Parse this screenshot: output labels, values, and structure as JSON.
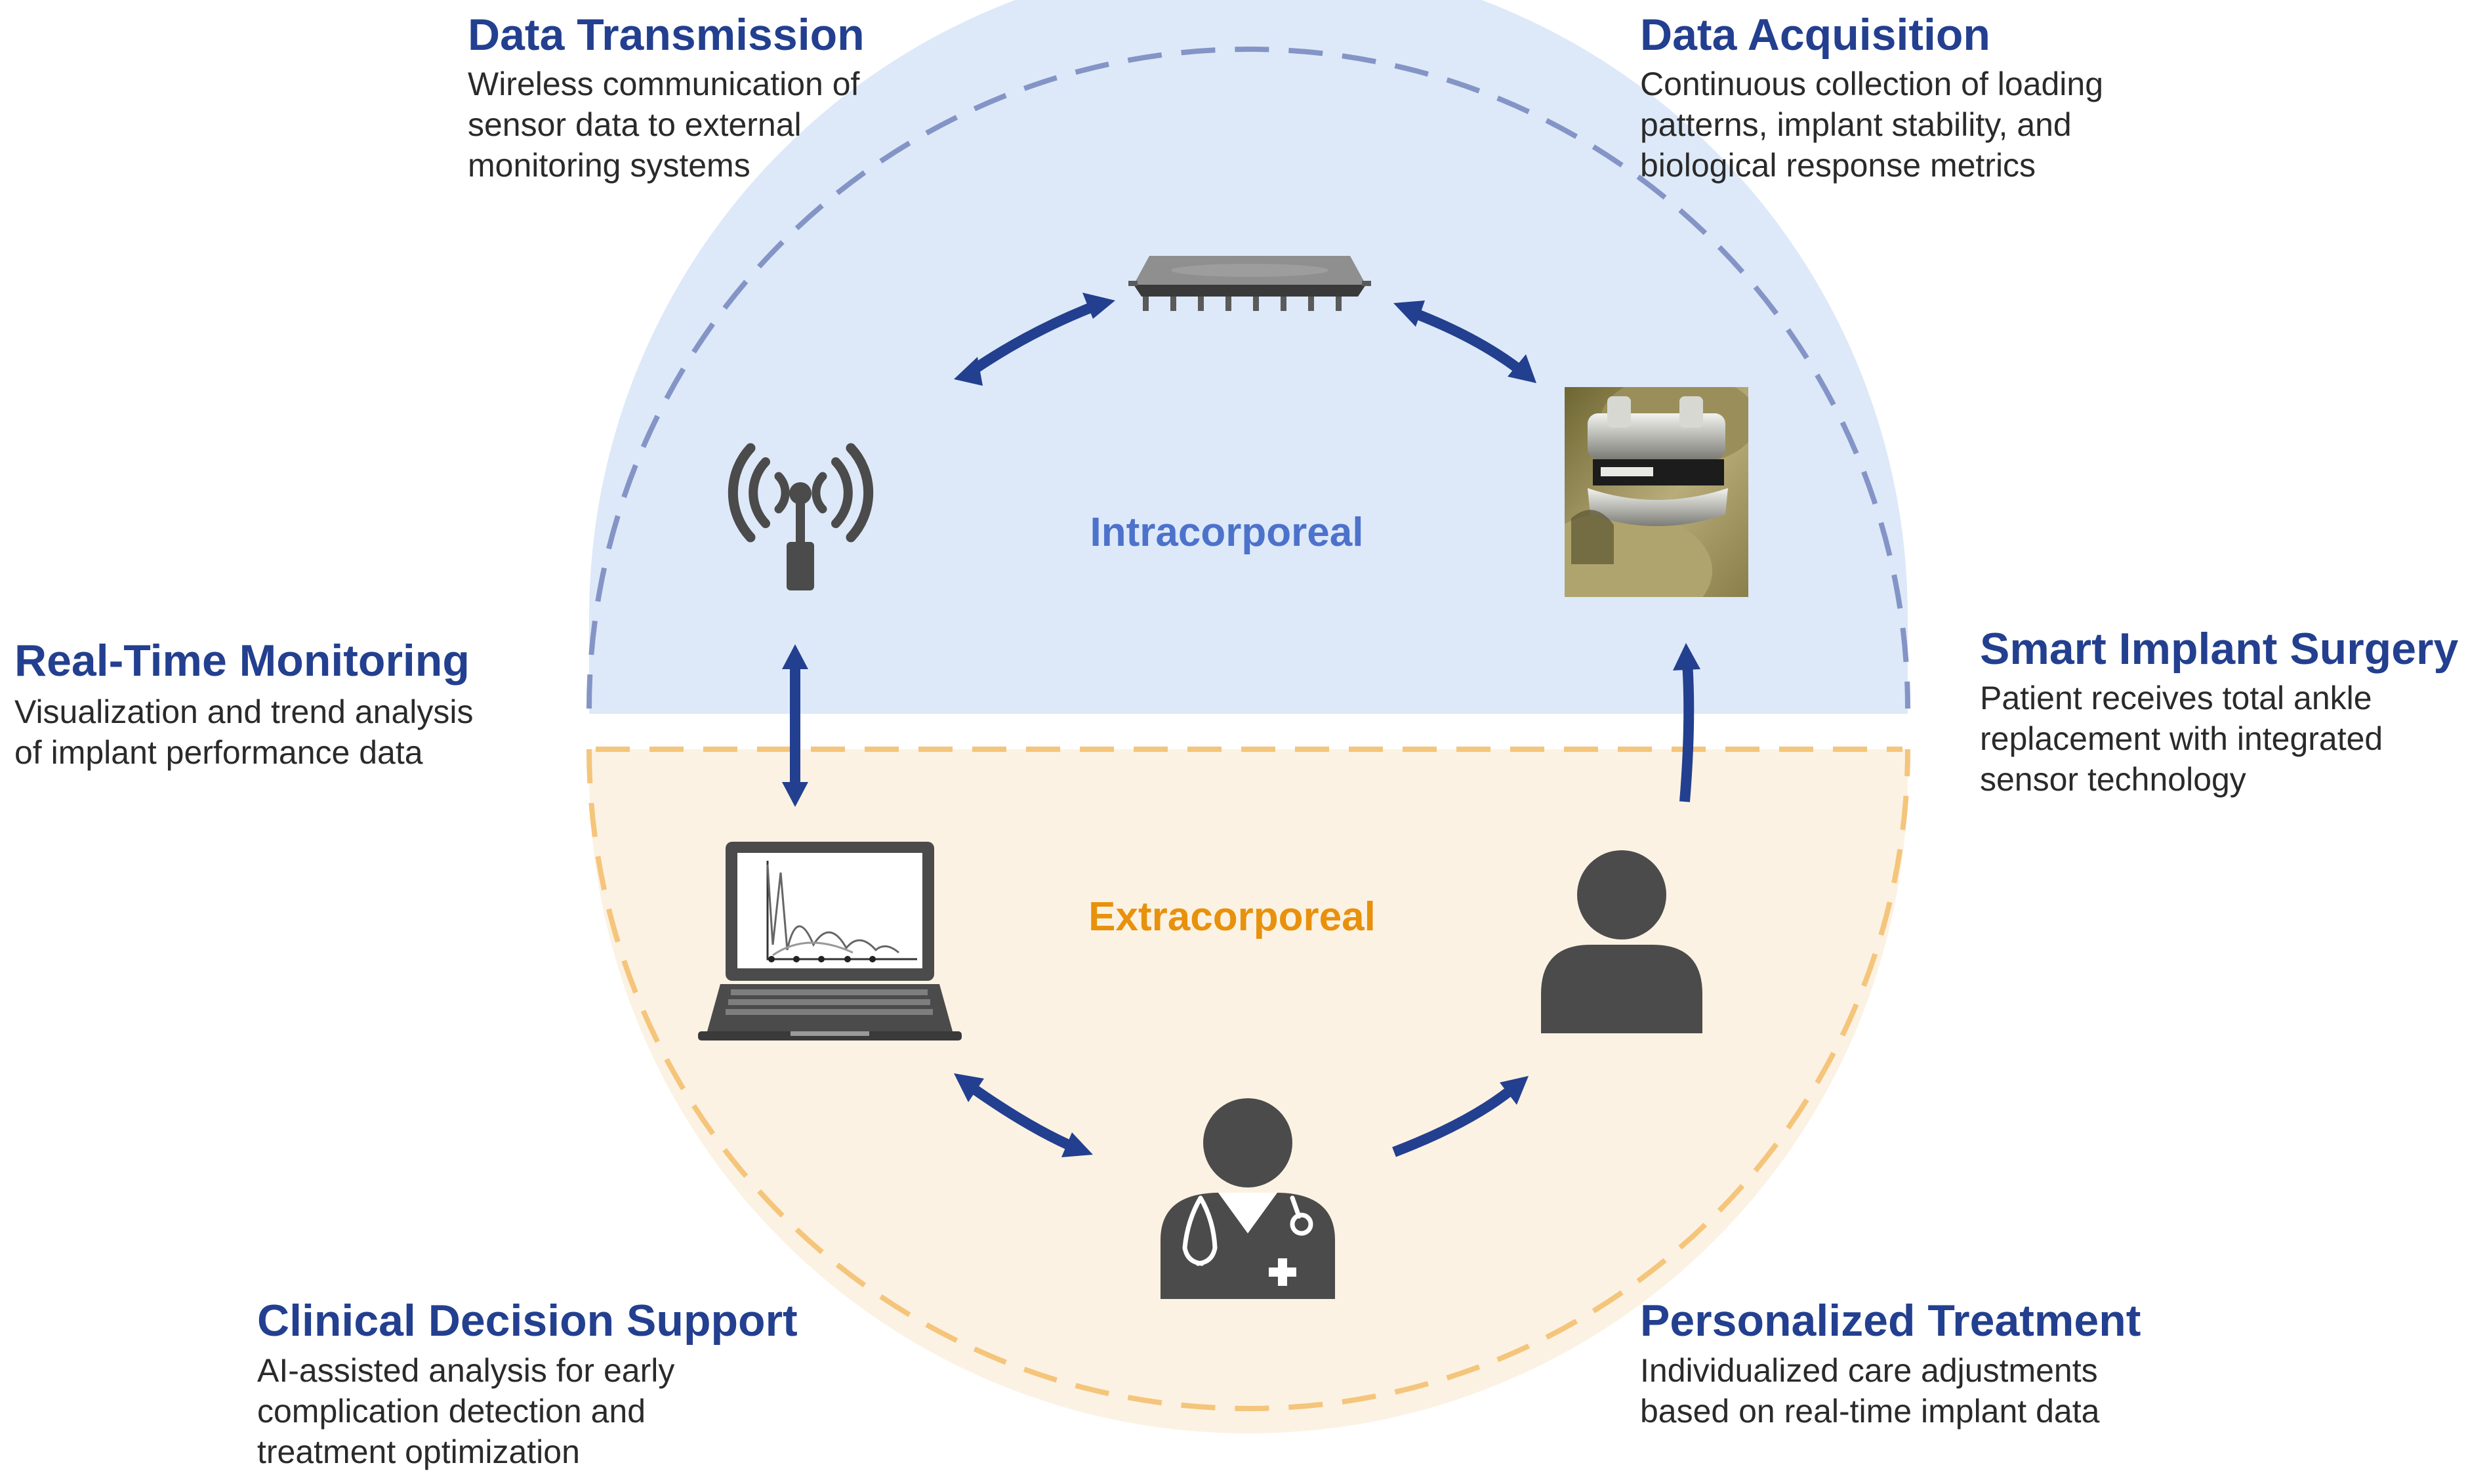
{
  "zones": {
    "upper": {
      "label": "Intracorporeal",
      "fill": "#dde9f8",
      "border": "#8494c6",
      "label_color": "#4d72cc"
    },
    "lower": {
      "label": "Extracorporeal",
      "fill": "#fcf2e3",
      "border": "#f4c57b",
      "label_color": "#e8910c"
    }
  },
  "arrow_color": "#233f8f",
  "icon_color": "#4b4b4b",
  "stages": {
    "data_transmission": {
      "title": "Data Transmission",
      "desc": [
        "Wireless communication of",
        "sensor data to external",
        "monitoring systems"
      ],
      "icon": "wireless-antenna-icon"
    },
    "data_acquisition": {
      "title": "Data Acquisition",
      "desc": [
        "Continuous collection of loading",
        "patterns, implant stability, and",
        "biological response metrics"
      ],
      "icon": "microchip-icon"
    },
    "smart_implant_surgery": {
      "title": "Smart Implant Surgery",
      "desc": [
        "Patient receives total ankle",
        "replacement with integrated",
        "sensor technology"
      ],
      "icon": "ankle-implant-image"
    },
    "personalized_treatment": {
      "title": "Personalized Treatment",
      "desc": [
        "Individualized care adjustments",
        "based on real-time implant data"
      ],
      "icon": "patient-icon"
    },
    "clinical_decision_support": {
      "title": "Clinical Decision Support",
      "desc": [
        "AI-assisted analysis for early",
        "complication detection and",
        "treatment optimization"
      ],
      "icon": "doctor-icon"
    },
    "real_time_monitoring": {
      "title": "Real-Time Monitoring",
      "desc": [
        "Visualization and trend analysis",
        "of implant performance data"
      ],
      "icon": "laptop-chart-icon"
    }
  }
}
